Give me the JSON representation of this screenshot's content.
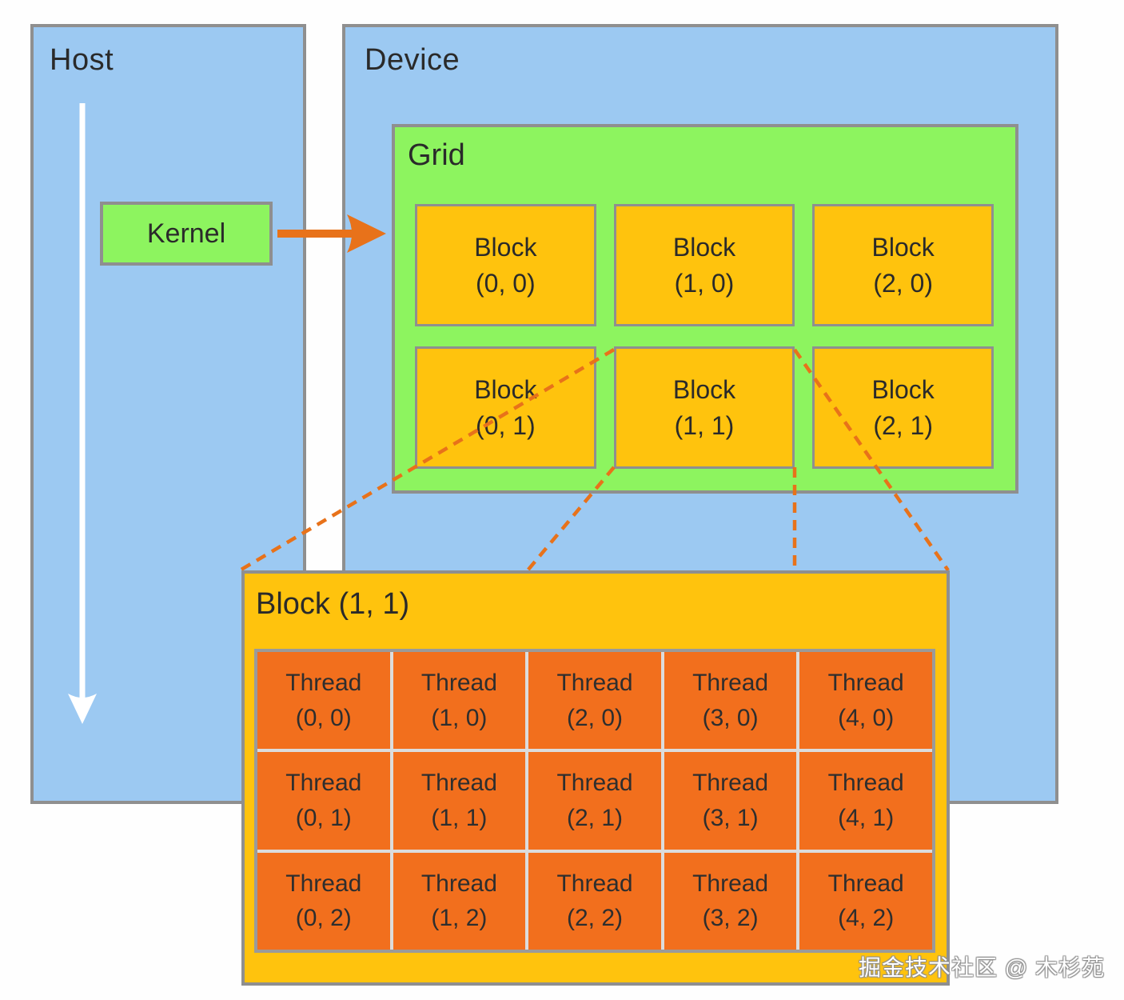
{
  "palette": {
    "panel_blue": "#9CC9F2",
    "green": "#8DF45F",
    "yellow": "#FFC30D",
    "thread_orange": "#F26F1D",
    "accent_orange": "#E8721A",
    "border_gray": "#8F8F8F",
    "text_dark": "#2A2A2A"
  },
  "host": {
    "label": "Host"
  },
  "device": {
    "label": "Device"
  },
  "kernel": {
    "label": "Kernel"
  },
  "grid": {
    "label": "Grid",
    "blocks": [
      {
        "name": "Block",
        "index": "(0, 0)"
      },
      {
        "name": "Block",
        "index": "(1, 0)"
      },
      {
        "name": "Block",
        "index": "(2, 0)"
      },
      {
        "name": "Block",
        "index": "(0, 1)"
      },
      {
        "name": "Block",
        "index": "(1, 1)"
      },
      {
        "name": "Block",
        "index": "(2, 1)"
      }
    ]
  },
  "expanded_block": {
    "title": "Block (1, 1)",
    "threads": [
      {
        "name": "Thread",
        "index": "(0, 0)"
      },
      {
        "name": "Thread",
        "index": "(1, 0)"
      },
      {
        "name": "Thread",
        "index": "(2, 0)"
      },
      {
        "name": "Thread",
        "index": "(3, 0)"
      },
      {
        "name": "Thread",
        "index": "(4, 0)"
      },
      {
        "name": "Thread",
        "index": "(0, 1)"
      },
      {
        "name": "Thread",
        "index": "(1, 1)"
      },
      {
        "name": "Thread",
        "index": "(2, 1)"
      },
      {
        "name": "Thread",
        "index": "(3, 1)"
      },
      {
        "name": "Thread",
        "index": "(4, 1)"
      },
      {
        "name": "Thread",
        "index": "(0, 2)"
      },
      {
        "name": "Thread",
        "index": "(1, 2)"
      },
      {
        "name": "Thread",
        "index": "(2, 2)"
      },
      {
        "name": "Thread",
        "index": "(3, 2)"
      },
      {
        "name": "Thread",
        "index": "(4, 2)"
      }
    ]
  },
  "watermark": {
    "text": "掘金技术社区 @ 木杉苑"
  }
}
